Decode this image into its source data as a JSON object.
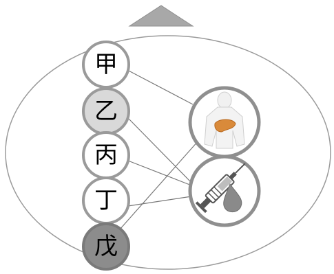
{
  "diagram": {
    "nodes": [
      {
        "id": "jia",
        "label": "甲",
        "fill": "#ffffff",
        "text_color": "#222222"
      },
      {
        "id": "yi",
        "label": "乙",
        "fill": "#d9d9d9",
        "text_color": "#222222"
      },
      {
        "id": "bing",
        "label": "丙",
        "fill": "#ffffff",
        "text_color": "#222222"
      },
      {
        "id": "ding",
        "label": "丁",
        "fill": "#ffffff",
        "text_color": "#222222"
      },
      {
        "id": "wu",
        "label": "戊",
        "fill": "#8c8c8c",
        "text_color": "#222222"
      }
    ],
    "targets": [
      {
        "id": "liver",
        "icon": "human-torso-liver-icon"
      },
      {
        "id": "blood",
        "icon": "syringe-blood-drop-icon"
      }
    ],
    "links": [
      [
        "jia",
        "liver"
      ],
      [
        "yi",
        "blood"
      ],
      [
        "bing",
        "blood"
      ],
      [
        "ding",
        "blood"
      ],
      [
        "wu",
        "liver"
      ]
    ],
    "colors": {
      "outline": "#9a9a9a",
      "ring": "#8f8f8f",
      "line": "#777777",
      "arrow": "#9e9e9e",
      "liver": "#d98a3a",
      "blood": "#8a8a8a"
    }
  }
}
